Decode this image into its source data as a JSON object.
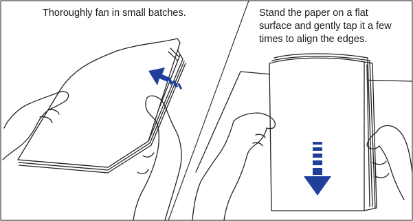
{
  "panels": [
    {
      "caption_lines": [
        "Thoroughly fan in small batches."
      ],
      "arrow_color": "#1f3f9a",
      "icons": [
        "hand-icon",
        "paper-stack-icon",
        "fan-arrow-icon"
      ]
    },
    {
      "caption_lines": [
        "Stand the paper on a flat",
        "surface and gently tap it a few",
        "times to align the edges."
      ],
      "arrow_color": "#1f3f9a",
      "icons": [
        "hand-icon",
        "paper-stack-icon",
        "down-arrow-icon"
      ]
    }
  ],
  "colors": {
    "line": "#222222",
    "accent": "#1f3f9a",
    "background": "#ffffff"
  }
}
